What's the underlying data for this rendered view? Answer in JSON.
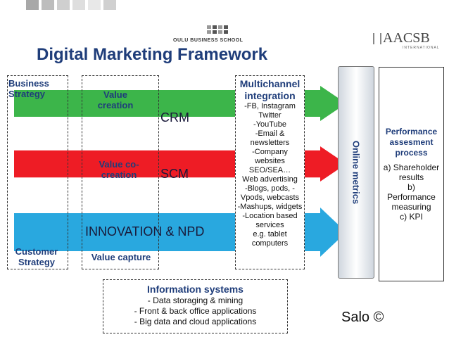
{
  "header": {
    "school_logo_text": "OULU BUSINESS SCHOOL",
    "accreditation_logo_text": "AACSB",
    "accreditation_logo_sub": "INTERNATIONAL"
  },
  "title": "Digital Marketing Framework",
  "arrows": [
    {
      "label": "CRM",
      "color": "#3cb54a"
    },
    {
      "label": "SCM",
      "color": "#ee1c25"
    },
    {
      "label": "INNOVATION & NPD",
      "color": "#29a8df"
    }
  ],
  "left_labels": {
    "business_strategy": "Business Strategy",
    "customer_strategy": "Customer Strategy"
  },
  "value_column": {
    "value_creation": "Value creation",
    "value_cocreation": "Value co-creation",
    "value_capture": "Value capture"
  },
  "multichannel": {
    "title": "Multichannel integration",
    "items": [
      "-FB, Instagram",
      "Twitter",
      "-YouTube",
      "-Email &",
      "newsletters",
      "-Company",
      "websites",
      "SEO/SEA…",
      "Web advertising",
      "-Blogs, pods, -",
      "Vpods, webcasts",
      "-Mashups, widgets",
      "-Location based",
      "services",
      "e.g. tablet",
      "computers"
    ]
  },
  "online_metrics": "Online metrics",
  "performance": {
    "title": "Performance assesment process",
    "items": [
      "a) Shareholder",
      "results",
      "b)",
      "Performance",
      "measuring",
      "c) KPI"
    ]
  },
  "information_systems": {
    "title": "Information systems",
    "items": [
      "-  Data storaging & mining",
      "- Front & back office applications",
      "- Big data and cloud applications"
    ]
  },
  "credit": "Salo ©"
}
